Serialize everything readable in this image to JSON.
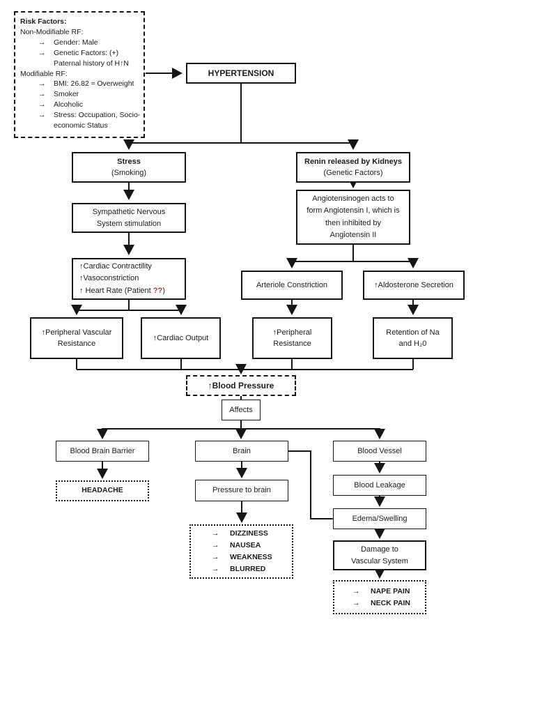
{
  "colors": {
    "line": "#161616",
    "box_border": "#161616",
    "background": "#ffffff",
    "unknown_marker_red": "#cc3333"
  },
  "glyphs": {
    "bullet_arrow": "→"
  },
  "risk_factors": {
    "title": "Risk Factors:",
    "non_modifiable_heading": "Non-Modifiable RF:",
    "items_non_modifiable": [
      {
        "text": "Gender: Male"
      },
      {
        "text": "Genetic Factors: (+)",
        "continuation": "Paternal history of H↑N"
      }
    ],
    "modifiable_heading": "Modifiable RF:",
    "items_modifiable": [
      {
        "text": "BMI: 26.82 ≈ Overweight"
      },
      {
        "text": "Smoker"
      },
      {
        "text": "Alcoholic"
      },
      {
        "text": "Stress: Occupation, Socio-",
        "continuation": "economic Status"
      }
    ]
  },
  "nodes": {
    "hypertension": {
      "title": "HYPERTENSION"
    },
    "stress": {
      "title": "Stress",
      "subtitle": "(Smoking)"
    },
    "renin": {
      "title": "Renin released by Kidneys",
      "subtitle": "(Genetic Factors)"
    },
    "sympathetic": {
      "line1": "Sympathetic Nervous",
      "line2": "System stimulation"
    },
    "angiotensinogen": {
      "line1": "Angiotensinogen acts to",
      "line2": "form Angiotensin I, which is",
      "line3": "then inhibited by",
      "line4": "Angiotensin II"
    },
    "cardiac_effects": {
      "line1": "↑Cardiac Contractility",
      "line2": "↑Vasoconstriction",
      "line3_prefix": "↑ Heart Rate (Patient ",
      "line3_unknown": "??",
      "line3_suffix": ")"
    },
    "arteriole_constriction": {
      "title": "Arteriole Constriction"
    },
    "aldosterone_secretion": {
      "title": "↑Aldosterone Secretion"
    },
    "peripheral_vascular_resistance": {
      "line1": "↑Peripheral Vascular",
      "line2": "Resistance"
    },
    "cardiac_output": {
      "title": "↑Cardiac Output"
    },
    "peripheral_resistance": {
      "line1": "↑Peripheral",
      "line2": "Resistance"
    },
    "na_retention": {
      "line1": "Retention of Na",
      "line2": "and H₂0"
    },
    "blood_pressure": {
      "title": "↑Blood Pressure"
    },
    "affects": {
      "title": "Affects"
    },
    "blood_brain_barrier": {
      "title": "Blood Brain Barrier"
    },
    "brain": {
      "title": "Brain"
    },
    "blood_vessel": {
      "title": "Blood Vessel"
    },
    "headache": {
      "title": "HEADACHE"
    },
    "pressure_to_brain": {
      "title": "Pressure to brain"
    },
    "brain_symptoms": {
      "items": [
        "DIZZINESS",
        "NAUSEA",
        "WEAKNESS",
        "BLURRED"
      ]
    },
    "blood_leakage": {
      "title": "Blood Leakage"
    },
    "edema_swelling": {
      "title": "Edema/Swelling"
    },
    "vascular_damage": {
      "line1": "Damage to",
      "line2": "Vascular System"
    },
    "vessel_symptoms": {
      "items": [
        "NAPE PAIN",
        "NECK PAIN"
      ]
    }
  }
}
